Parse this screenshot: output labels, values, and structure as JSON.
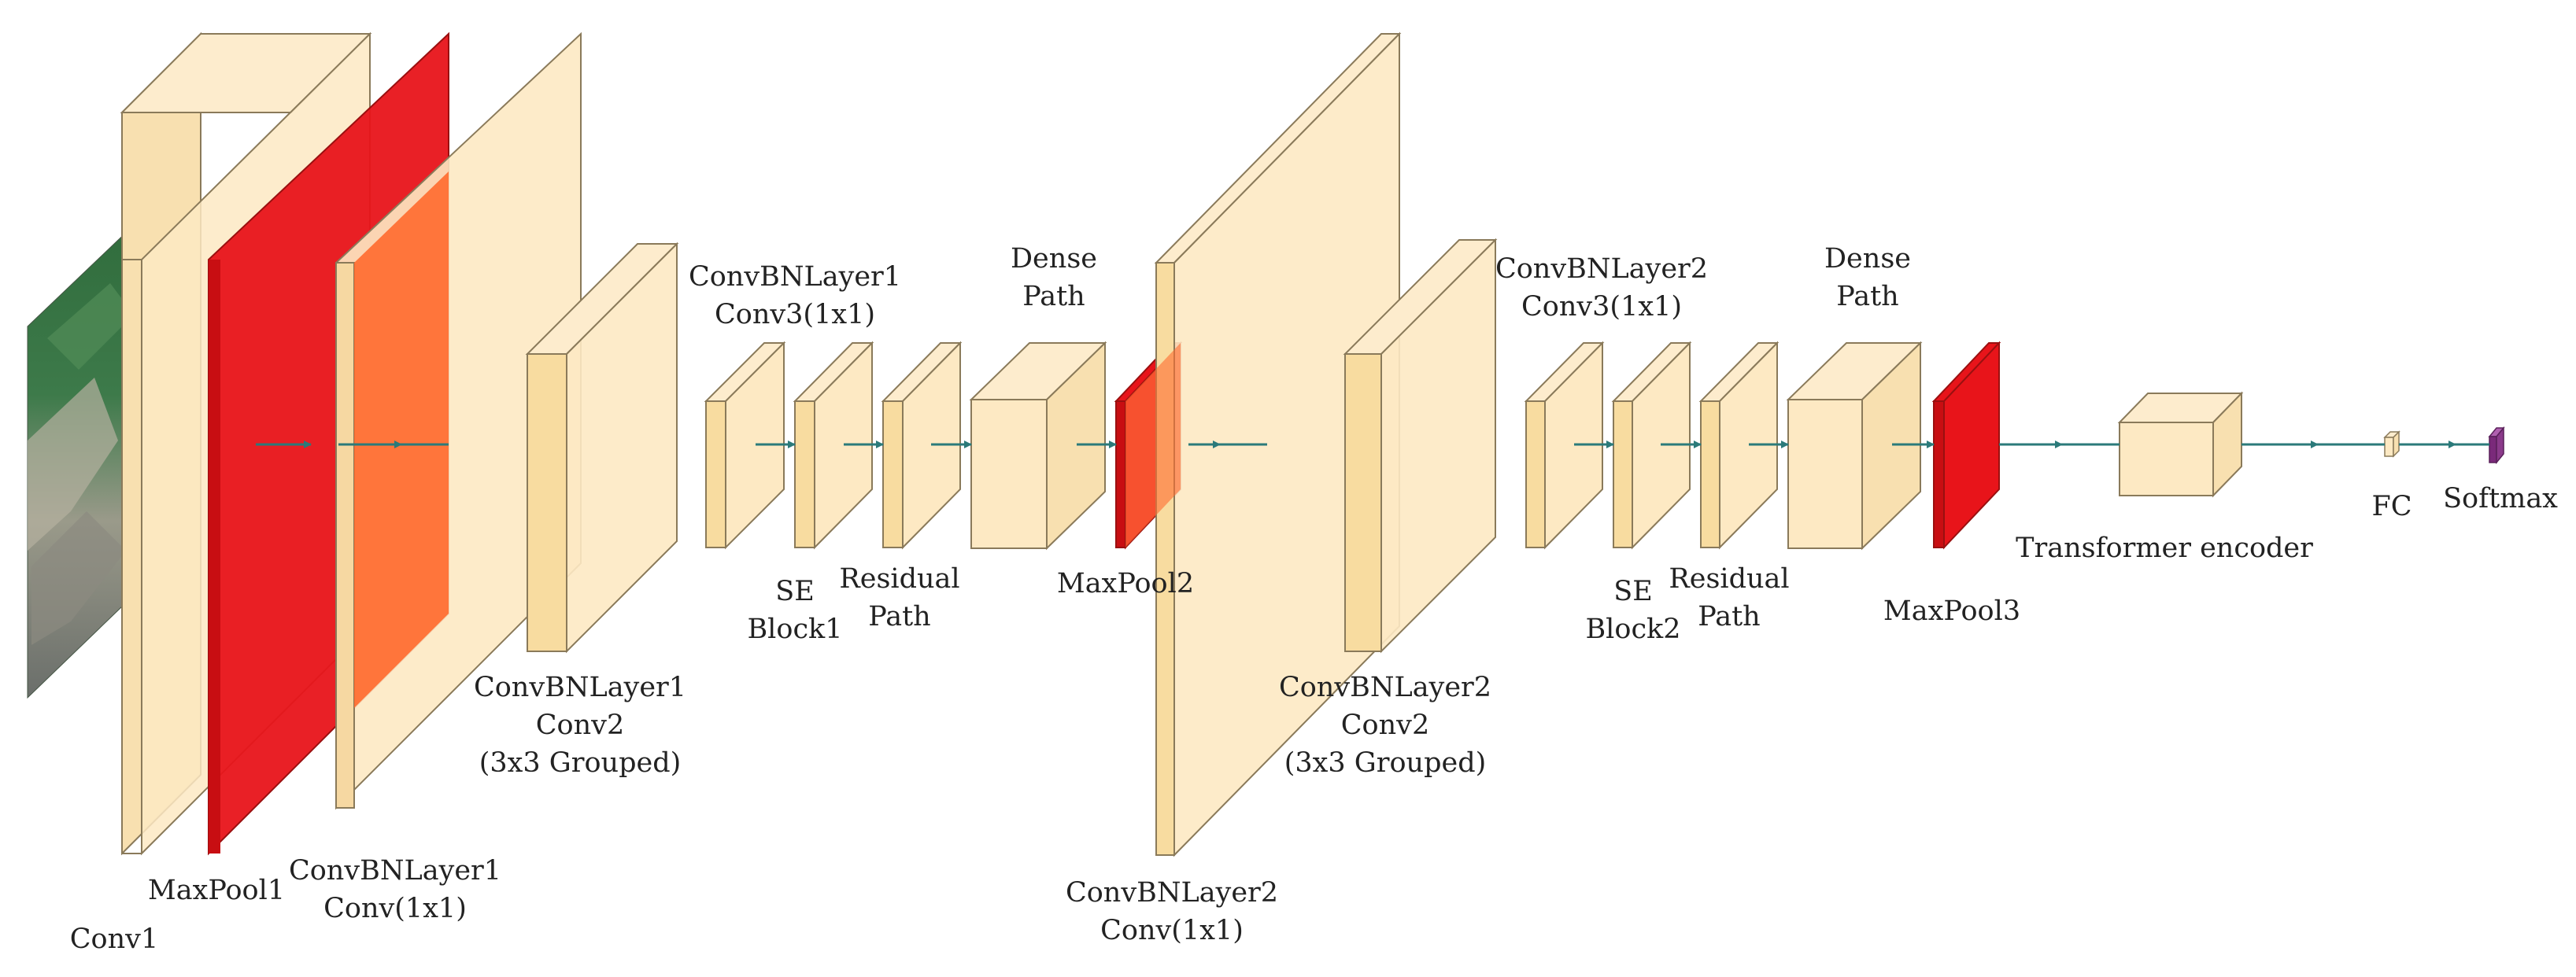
{
  "labels": {
    "conv1": "Conv1",
    "maxpool1": "MaxPool1",
    "cbl1_conv1x1_name": "ConvBNLayer1",
    "cbl1_conv1x1_op": "Conv(1x1)",
    "cbl1_conv2_name": "ConvBNLayer1",
    "cbl1_conv2_op": "Conv2",
    "cbl1_conv2_detail": "(3x3 Grouped)",
    "cbl1_conv3_name": "ConvBNLayer1",
    "cbl1_conv3_op": "Conv3(1x1)",
    "se1_line1": "SE",
    "se1_line2": "Block1",
    "res1_line1": "Residual",
    "res1_line2": "Path",
    "dense1_line1": "Dense",
    "dense1_line2": "Path",
    "maxpool2": "MaxPool2",
    "cbl2_conv1x1_name": "ConvBNLayer2",
    "cbl2_conv1x1_op": "Conv(1x1)",
    "cbl2_conv2_name": "ConvBNLayer2",
    "cbl2_conv2_op": "Conv2",
    "cbl2_conv2_detail": "(3x3 Grouped)",
    "cbl2_conv3_name": "ConvBNLayer2",
    "cbl2_conv3_op": "Conv3(1x1)",
    "se2_line1": "SE",
    "se2_line2": "Block2",
    "res2_line1": "Residual",
    "res2_line2": "Path",
    "dense2_line1": "Dense",
    "dense2_line2": "Path",
    "maxpool3": "MaxPool3",
    "transformer": "Transformer encoder",
    "fc": "FC",
    "softmax": "Softmax"
  },
  "colors": {
    "feature_map": "#fde9c3",
    "pool_red": "#e8141a",
    "orange_overlay": "#ff6a2e",
    "arrow": "#2b7a7a",
    "softmax": "#8b3a8b",
    "edge": "#7a6a50"
  }
}
